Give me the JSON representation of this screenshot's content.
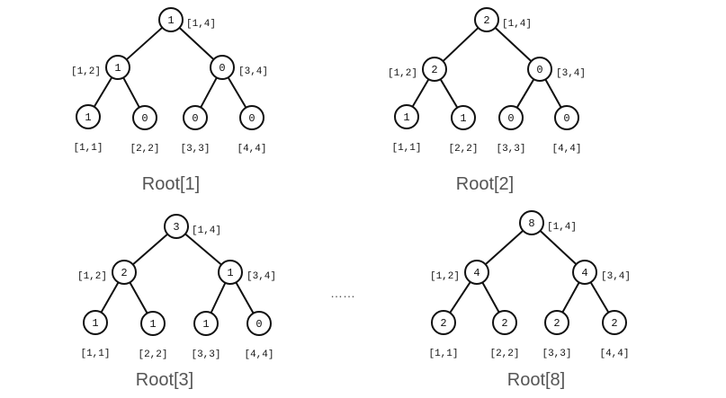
{
  "trees": [
    {
      "caption": "Root[1]",
      "nodes": [
        {
          "value": "1",
          "range": "[1,4]"
        },
        {
          "value": "1",
          "range": "[1,2]"
        },
        {
          "value": "0",
          "range": "[3,4]"
        },
        {
          "value": "1",
          "range": "[1,1]"
        },
        {
          "value": "0",
          "range": "[2,2]"
        },
        {
          "value": "0",
          "range": "[3,3]"
        },
        {
          "value": "0",
          "range": "[4,4]"
        }
      ]
    },
    {
      "caption": "Root[2]",
      "nodes": [
        {
          "value": "2",
          "range": "[1,4]"
        },
        {
          "value": "2",
          "range": "[1,2]"
        },
        {
          "value": "0",
          "range": "[3,4]"
        },
        {
          "value": "1",
          "range": "[1,1]"
        },
        {
          "value": "1",
          "range": "[2,2]"
        },
        {
          "value": "0",
          "range": "[3,3]"
        },
        {
          "value": "0",
          "range": "[4,4]"
        }
      ]
    },
    {
      "caption": "Root[3]",
      "nodes": [
        {
          "value": "3",
          "range": "[1,4]"
        },
        {
          "value": "2",
          "range": "[1,2]"
        },
        {
          "value": "1",
          "range": "[3,4]"
        },
        {
          "value": "1",
          "range": "[1,1]"
        },
        {
          "value": "1",
          "range": "[2,2]"
        },
        {
          "value": "1",
          "range": "[3,3]"
        },
        {
          "value": "0",
          "range": "[4,4]"
        }
      ]
    },
    {
      "caption": "Root[8]",
      "nodes": [
        {
          "value": "8",
          "range": "[1,4]"
        },
        {
          "value": "4",
          "range": "[1,2]"
        },
        {
          "value": "4",
          "range": "[3,4]"
        },
        {
          "value": "2",
          "range": "[1,1]"
        },
        {
          "value": "2",
          "range": "[2,2]"
        },
        {
          "value": "2",
          "range": "[3,3]"
        },
        {
          "value": "2",
          "range": "[4,4]"
        }
      ]
    }
  ],
  "ellipsis": "……"
}
